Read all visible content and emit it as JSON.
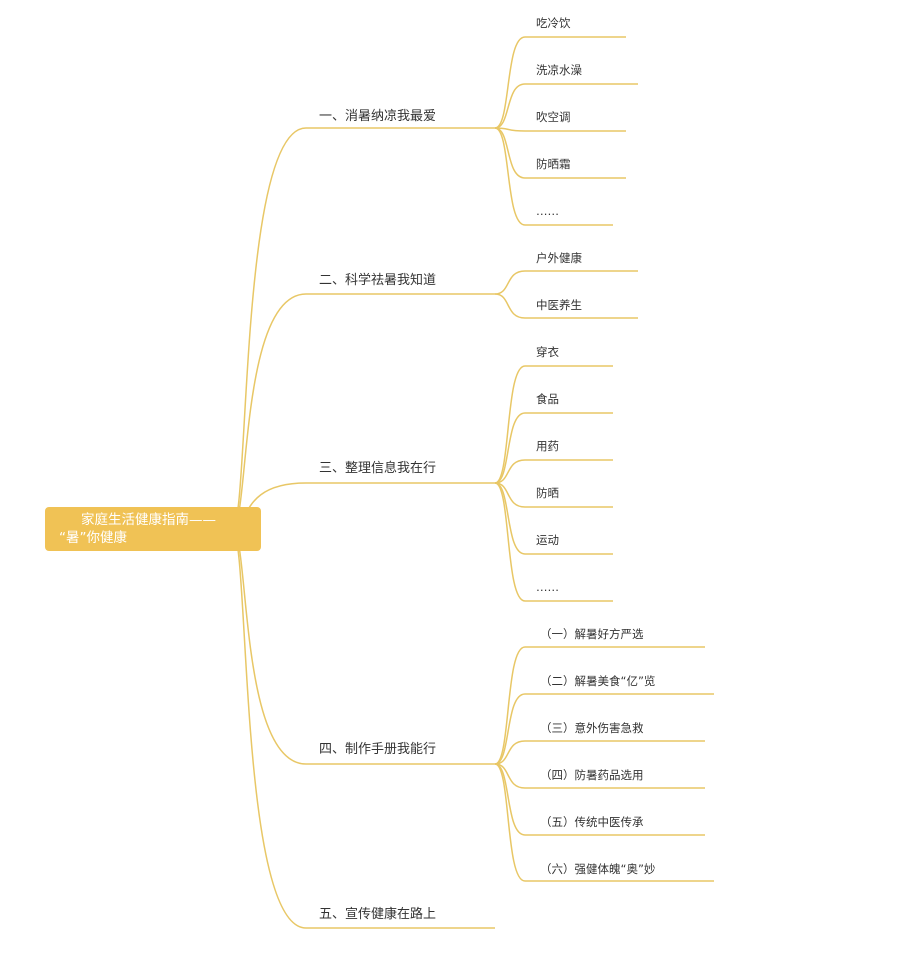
{
  "root": {
    "line1": "家庭生活健康指南——",
    "line2": "“暑”你健康"
  },
  "branches": [
    {
      "label": "一、消暑纳凉我最爱",
      "children": [
        "吃冷饮",
        "洗凉水澡",
        "吹空调",
        "防晒霜",
        "……"
      ]
    },
    {
      "label": "二、科学祛暑我知道",
      "children": [
        "户外健康",
        "中医养生"
      ]
    },
    {
      "label": "三、整理信息我在行",
      "children": [
        "穿衣",
        "食品",
        "用药",
        "防晒",
        "运动",
        "……"
      ]
    },
    {
      "label": "四、制作手册我能行",
      "children": [
        "（一）解暑好方严选",
        "（二）解暑美食“亿”览",
        "（三）意外伤害急救",
        "（四）防暑药品选用",
        "（五）传统中医传承",
        "（六）强健体魄“奥”妙"
      ]
    },
    {
      "label": "五、宣传健康在路上",
      "children": []
    }
  ],
  "colors": {
    "line": "#e8c766",
    "root_fill": "#f0c255",
    "root_text": "#ffffff",
    "text": "#333333"
  }
}
